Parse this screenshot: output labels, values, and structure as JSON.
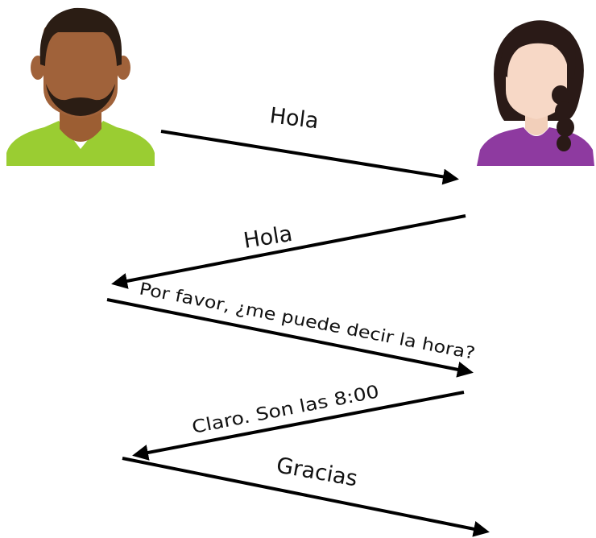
{
  "participants": {
    "left": {
      "icon": "man-avatar-icon",
      "skin": "#A0623A",
      "hair": "#2B1D14",
      "shirt": "#9ACD32"
    },
    "right": {
      "icon": "woman-avatar-icon",
      "skin": "#F7D8C6",
      "hair": "#2A1A17",
      "shirt": "#8E3AA0"
    }
  },
  "messages": [
    {
      "text": "Hola",
      "direction": "left-to-right"
    },
    {
      "text": "Hola",
      "direction": "right-to-left"
    },
    {
      "text": "Por favor, ¿me puede decir la hora?",
      "direction": "left-to-right"
    },
    {
      "text": "Claro. Son las 8:00",
      "direction": "right-to-left"
    },
    {
      "text": "Gracias",
      "direction": "left-to-right"
    }
  ],
  "colors": {
    "arrow": "#000000",
    "text": "#111111"
  }
}
